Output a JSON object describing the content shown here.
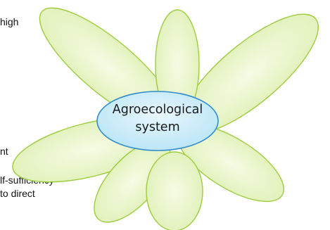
{
  "text_fragments": [
    "high",
    "nt",
    "lf-sufficiency",
    "to direct"
  ],
  "center": {
    "line1": "Agroecological",
    "line2": "system"
  },
  "colors": {
    "petal_fill_light": "#f6fbe4",
    "petal_fill_dark": "#dff0b6",
    "petal_stroke": "#9ccc3c",
    "center_fill_light": "#e9f7fd",
    "center_fill_dark": "#b7e4f6",
    "center_stroke": "#2f8ccf"
  }
}
